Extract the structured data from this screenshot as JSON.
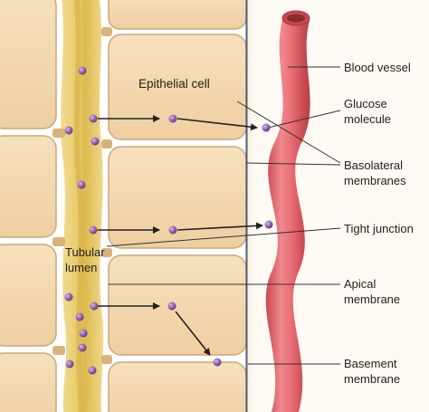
{
  "figure": {
    "labels": {
      "epithelial_cell": "Epithelial cell",
      "tubular_lumen_line1": "Tubular",
      "tubular_lumen_line2": "lumen",
      "blood_vessel": "Blood vessel",
      "glucose_line1": "Glucose",
      "glucose_line2": "molecule",
      "basolateral_line1": "Basolateral",
      "basolateral_line2": "membranes",
      "tight_junction": "Tight junction",
      "apical_line1": "Apical",
      "apical_line2": "membrane",
      "basement_line1": "Basement",
      "basement_line2": "membrane"
    },
    "colors": {
      "cell_fill": "#f3d9b0",
      "cell_stroke": "#c9a878",
      "lumen": "#ecd27a",
      "lumen_core": "#d8b548",
      "interstitial": "#fdf0dd",
      "vessel": "#e86a72",
      "vessel_dark": "#c84850",
      "molecule": "#8e5fa8",
      "basement_line": "#4a5f7e",
      "leader": "#333333",
      "arrow": "#222222"
    },
    "icons": {
      "arrow": "right-arrow",
      "molecule": "purple-dot"
    }
  }
}
